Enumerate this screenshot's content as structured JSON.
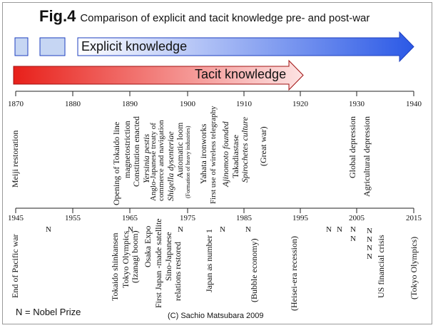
{
  "figure_label": "Fig.4",
  "title": "Comparison of explicit and tacit knowledge pre- and post-war",
  "explicit_label": "Explicit knowledge",
  "tacit_label": "Tacit knowledge",
  "legend": "N = Nobel Prize",
  "copyright": "(C) Sachio Matsubara 2009",
  "top_years": [
    "1870",
    "1880",
    "1890",
    "1900",
    "1910",
    "1920",
    "1930",
    "1940"
  ],
  "bottom_years": [
    "1945",
    "1955",
    "1965",
    "1975",
    "1985",
    "1995",
    "2005",
    "2015"
  ],
  "top_events": [
    {
      "text": "Meiji restoration"
    },
    {
      "text": "Opening of Tokaido line"
    },
    {
      "text": "magnetostriction"
    },
    {
      "text": "Constitution enacted"
    },
    {
      "text": "Yersinia pestis"
    },
    {
      "text": "Anglo-Japanese treaty of"
    },
    {
      "text": "commerce and navigation"
    },
    {
      "text": "Shigella dysenteriae"
    },
    {
      "text": "Automatic loom"
    },
    {
      "text": "(Formation of heavy industries)"
    },
    {
      "text": "Yahata ironworks"
    },
    {
      "text": "First use of wireless telegraphy"
    },
    {
      "text": "Ajinomoto founded"
    },
    {
      "text": "Takadiastase"
    },
    {
      "text": "Spirochetes culture"
    },
    {
      "text": "(Great war)"
    },
    {
      "text": "Global depression"
    },
    {
      "text": "Agricultural depression"
    }
  ],
  "bottom_events": [
    {
      "text": "End of Pacific war"
    },
    {
      "text": "Tokaido shinkansen"
    },
    {
      "text": "Tokyo Olympics"
    },
    {
      "text": "(Izanagi boom)"
    },
    {
      "text": "Osaka Expo"
    },
    {
      "text": "First Japan -made satellite"
    },
    {
      "text": "Sino-Japanese"
    },
    {
      "text": "relations restored"
    },
    {
      "text": "Japan as number 1"
    },
    {
      "text": "(Bubble economy)"
    },
    {
      "text": "(Heisei-era recession)"
    },
    {
      "text": "US financial crisis"
    },
    {
      "text": "(Tokyo Olympics)"
    }
  ],
  "nobel_mark": "N",
  "colors": {
    "explicit_start": "#ffffff",
    "explicit_end": "#2b59e6",
    "tacit_start": "#e8201a",
    "tacit_end": "#fde3e3",
    "box_fill": "#c6d6f3",
    "box_stroke": "#1e3fbf"
  }
}
